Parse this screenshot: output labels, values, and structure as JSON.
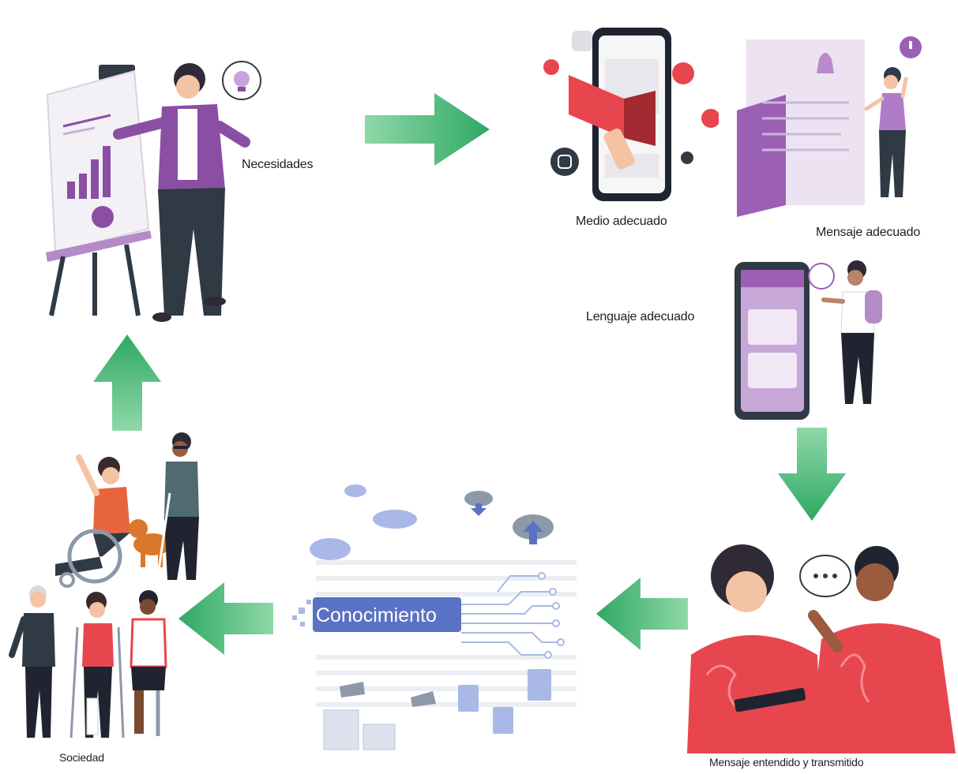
{
  "colors": {
    "arrow": "#3fb36e",
    "accent_purple": "#8a4fa3",
    "accent_red": "#e8464f",
    "accent_blue": "#5a72c4"
  },
  "nodes": {
    "necesidades": "Necesidades",
    "medio": "Medio adecuado",
    "mensaje": "Mensaje adecuado",
    "lenguaje": "Lenguaje adecuado",
    "entendido": "Mensaje entendido y transmitido",
    "conocimiento": "Conocimiento",
    "sociedad": "Sociedad"
  },
  "icons": {
    "presenter": "presenter-illustration",
    "megaphone_phone": "megaphone-phone-illustration",
    "document_person": "document-notification-illustration",
    "translate_phone": "translate-phone-illustration",
    "conversation": "conversation-illustration",
    "cloud_data": "cloud-data-illustration",
    "society_group": "society-group-illustration"
  }
}
